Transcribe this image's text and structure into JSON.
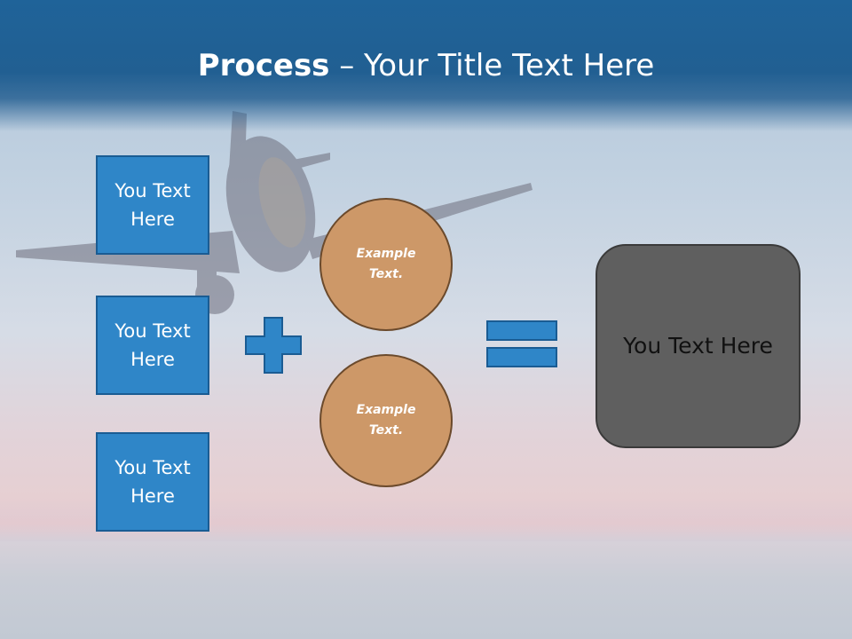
{
  "slide": {
    "title_bold": "Process",
    "title_rest": " – Your Title Text Here"
  },
  "inputs": [
    {
      "label": "You Text Here"
    },
    {
      "label": "You Text Here"
    },
    {
      "label": "You Text Here"
    }
  ],
  "circles": [
    {
      "label": "Example Text."
    },
    {
      "label": "Example Text."
    }
  ],
  "result": {
    "label": "You Text Here"
  },
  "symbols": {
    "plus": "plus-icon",
    "equals": "equals-icon"
  },
  "colors": {
    "header": "#1f6399",
    "box_fill": "#2f86c8",
    "circle_fill": "#cd9868",
    "result_fill": "#5f5f5f"
  }
}
